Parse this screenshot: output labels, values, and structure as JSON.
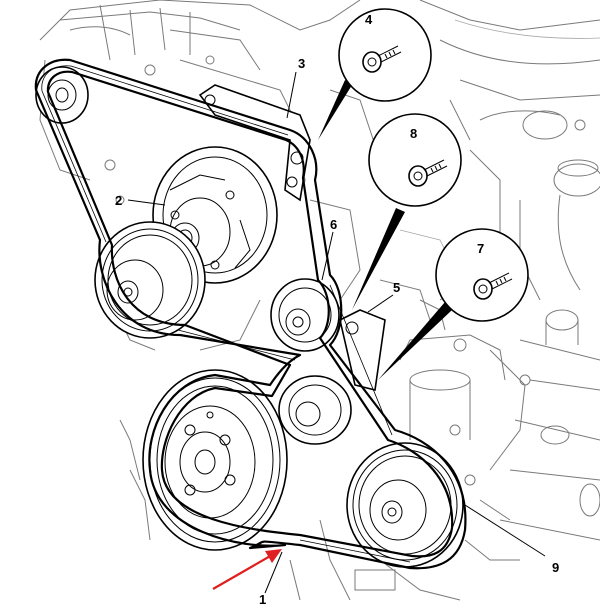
{
  "callouts": {
    "c1": "1",
    "c2": "2",
    "c3": "3",
    "c4": "4",
    "c5": "5",
    "c6": "6",
    "c7": "7",
    "c8": "8",
    "c9": "9"
  },
  "colors": {
    "line": "#000000",
    "engine_outline": "#7a7a7a",
    "arrow": "#e02020"
  },
  "icons": [
    "bolt-icon",
    "red-pointer-arrow"
  ]
}
